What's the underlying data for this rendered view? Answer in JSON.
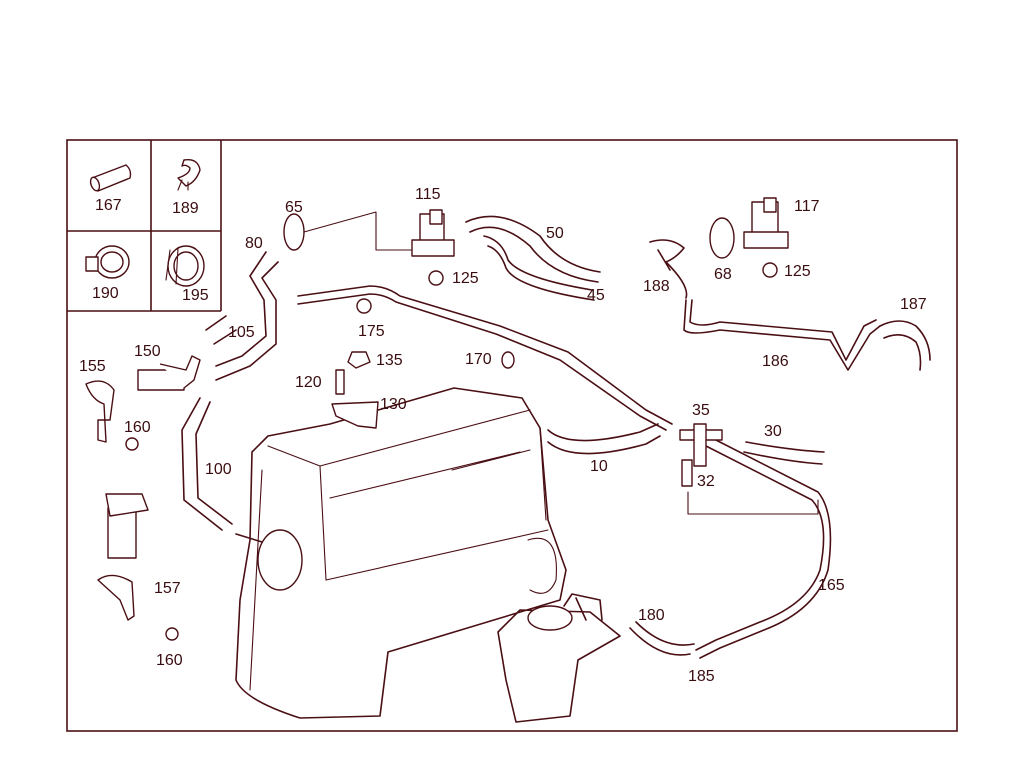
{
  "diagram": {
    "border_color": "#4a0f14",
    "inset_labels": [
      "167",
      "189",
      "190",
      "195"
    ],
    "callouts": {
      "p10": "10",
      "p30": "30",
      "p32": "32",
      "p35": "35",
      "p45": "45",
      "p50": "50",
      "p65": "65",
      "p68": "68",
      "p80": "80",
      "p100": "100",
      "p105": "105",
      "p115": "115",
      "p117": "117",
      "p120": "120",
      "p125a": "125",
      "p125b": "125",
      "p130": "130",
      "p135": "135",
      "p150": "150",
      "p155": "155",
      "p157": "157",
      "p160a": "160",
      "p160b": "160",
      "p165": "165",
      "p170": "170",
      "p175": "175",
      "p180": "180",
      "p185": "185",
      "p186": "186",
      "p187": "187",
      "p188": "188"
    }
  }
}
